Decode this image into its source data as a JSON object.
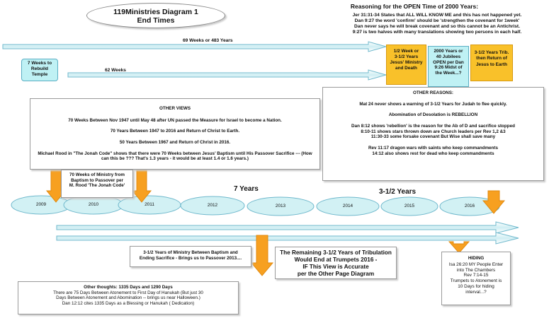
{
  "title": {
    "line1": "119Ministries   Diagram 1",
    "line2": "End Times"
  },
  "open_time": {
    "heading": "Reasoning for the OPEN Time of 2000 Years:",
    "lines": [
      "Jer 31:31-34  States that ALL WILL KNOW ME  and this has not happened yet.",
      "Dan 9:27 the word 'confirm' should be 'strengthen the covenant for 1week'",
      "Dan never says he will break covenant and so this cannot be an Antichrist.",
      "9:27 is two halves with many translations showing two persons in each half."
    ]
  },
  "arrows": {
    "weeks69": "69 Weeks or 483 Years",
    "weeks62": "62 Weeks"
  },
  "rebuild_box": {
    "line1": "7 Weeks to",
    "line2": "Rebuild",
    "line3": "Temple"
  },
  "orange_left": [
    "1/2 Week or",
    "3-1/2 Years",
    "Jesus' Ministry",
    "and Death"
  ],
  "cyan_middle": [
    "2000 Years or",
    "40 Jubilees",
    "OPEN per Dan",
    "9:26 Midst of",
    "the Week...?"
  ],
  "orange_right": [
    "3-1/2 Years Trib.",
    "then Return of",
    "Jesus to Earth"
  ],
  "other_views": {
    "heading": "OTHER VIEWS",
    "items": [
      "70 Weeks Between Nov 1947 until May 48 after UN passed the Measure for Israel to become a Nation.",
      "70 Years Between 1947 to 2016 and Return of Christ to Earth.",
      "50 Years Between 1967 and Return of Christ in 2016.",
      "Michael Rood in \"The Jonah Code\" shows that there were 70 Weeks between Jesus' Baptism until His Passover Sacrifice --- (How can this be ??? That's 1.3 years - it would be at least 1.4 or 1.6 years.)"
    ]
  },
  "other_reasons": {
    "heading": "OTHER REASONS:",
    "items": [
      "Mat 24 never shows a warning of 3-1/2 Years for Judah to flee quickly.",
      "Abomination of Desolation is REBELLION",
      "Dan 8:12 shows 'rebellion' is the reason for the Ab of D and sacrifice stopped",
      "8:10-11 shows stars thrown down are Church leaders per Rev 1,2 &3",
      "11:30-33 some forsake covenant But Wise shall save many",
      "Rev 11:17 dragon wars with saints who keep commandments",
      "14:12 also shows rest for dead who keep commandments"
    ]
  },
  "ministry_note": [
    "70 Weeks of Ministry from",
    "Baptism to Passover per",
    "M. Rood 'The Jonah Code'"
  ],
  "timeline": {
    "label_7years": "7 Years",
    "label_half": "3-1/2 Years",
    "years": [
      "2009",
      "2010",
      "2011",
      "2012",
      "2013",
      "2014",
      "2015",
      "2016"
    ]
  },
  "ministry_box": [
    "3-1/2 Years of Ministry Between Baptism and",
    "Ending Sacrifice - Brings us to Passover 2013...."
  ],
  "tribulation_box": [
    "The Remaining 3-1/2 Years of Tribulation",
    "Would End at Trumpets 2016 -",
    "IF This View is Accurate",
    "per the Other Page Diagram"
  ],
  "hiding": {
    "heading": "HIDING",
    "lines": [
      "Isa 26:20 MY People Enter",
      "into The Chambers",
      "Rev 7:14-15",
      "Trumpets to Atonement is",
      "10 Days  for hiding",
      "interval...?"
    ]
  },
  "thoughts": {
    "heading": "Other thoughts:    1335 Days and 1290 Days",
    "lines": [
      "There are 75 Days Between Atonement to First Day of Hanukah (But just 30",
      "Days Between Atonement and Abomination -- brings us near Halloween.)",
      "Dan 12:12 cites 1335 Days as a Blessing or Hanukah ( Dedication)"
    ]
  },
  "colors": {
    "orange": "#f7a020",
    "gold": "#f9c12a",
    "cyan": "#bff1f4",
    "teal_oval": "#d2f1f4",
    "arrow_fill": "#e3f4f6",
    "arrow_stroke": "#6fb8cc"
  }
}
